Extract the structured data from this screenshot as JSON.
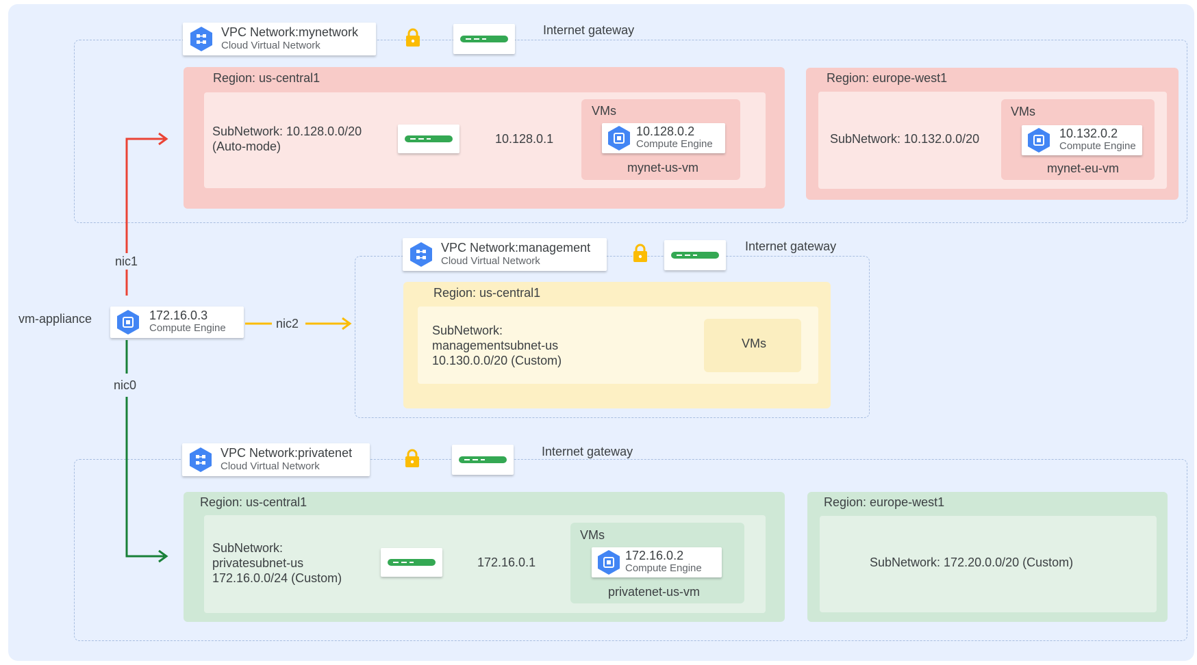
{
  "colors": {
    "google_blue": "#4285f4",
    "gateway_green": "#34a853",
    "lock_yellow": "#fbbc04",
    "nic1_red": "#ea4335",
    "nic2_yellow": "#fbbc04",
    "nic0_green": "#188038"
  },
  "appliance": {
    "name": "vm-appliance",
    "ip": "172.16.0.3",
    "service": "Compute Engine",
    "icon": "compute-engine-icon",
    "nic1": "nic1",
    "nic2": "nic2",
    "nic0": "nic0"
  },
  "mynetwork": {
    "title": "VPC Network:mynetwork",
    "subtitle": "Cloud Virtual Network",
    "icon": "cloud-virtual-network-icon",
    "gateway_label": "Internet gateway",
    "region_us": {
      "label": "Region: us-central1",
      "subnet_line1": "SubNetwork: 10.128.0.0/20",
      "subnet_line2": "(Auto-mode)",
      "router_ip": "10.128.0.1",
      "vms_label": "VMs",
      "vm_ip": "10.128.0.2",
      "vm_service": "Compute Engine",
      "vm_name": "mynet-us-vm"
    },
    "region_eu": {
      "label": "Region: europe-west1",
      "subnet": "SubNetwork: 10.132.0.0/20",
      "vms_label": "VMs",
      "vm_ip": "10.132.0.2",
      "vm_service": "Compute Engine",
      "vm_name": "mynet-eu-vm"
    }
  },
  "management": {
    "title": "VPC Network:management",
    "subtitle": "Cloud Virtual Network",
    "icon": "cloud-virtual-network-icon",
    "gateway_label": "Internet gateway",
    "region_us": {
      "label": "Region: us-central1",
      "subnet_line1": "SubNetwork:",
      "subnet_line2": "managementsubnet-us",
      "subnet_line3": "10.130.0.0/20 (Custom)",
      "vms_label": "VMs"
    }
  },
  "privatenet": {
    "title": "VPC Network:privatenet",
    "subtitle": "Cloud Virtual Network",
    "icon": "cloud-virtual-network-icon",
    "gateway_label": "Internet gateway",
    "region_us": {
      "label": "Region: us-central1",
      "subnet_line1": "SubNetwork:",
      "subnet_line2": "privatesubnet-us",
      "subnet_line3": "172.16.0.0/24 (Custom)",
      "router_ip": "172.16.0.1",
      "vms_label": "VMs",
      "vm_ip": "172.16.0.2",
      "vm_service": "Compute Engine",
      "vm_name": "privatenet-us-vm"
    },
    "region_eu": {
      "label": "Region: europe-west1",
      "subnet": "SubNetwork: 172.20.0.0/20 (Custom)"
    }
  }
}
